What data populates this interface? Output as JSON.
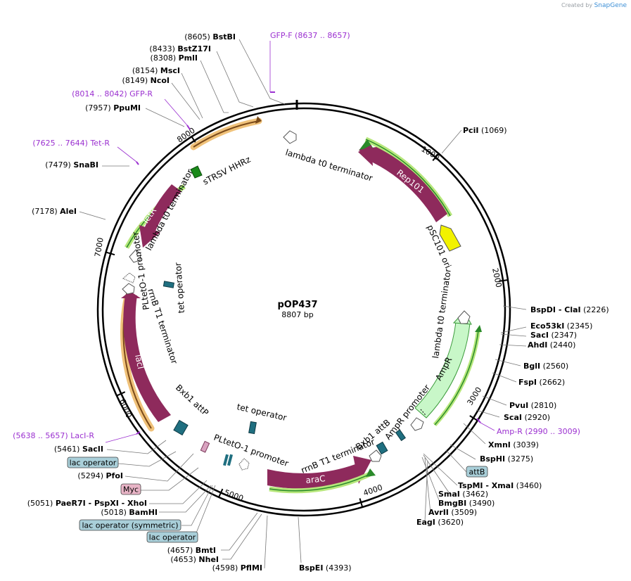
{
  "credit": {
    "prefix": "Created by",
    "brand": "SnapGene"
  },
  "plasmid": {
    "name": "pOP437",
    "length": "8807 bp"
  },
  "ticks": [
    "1000",
    "2000",
    "3000",
    "4000",
    "5000",
    "6000",
    "7000",
    "8000"
  ],
  "enzymes": [
    {
      "pos": "(8605)",
      "name": "BstBI"
    },
    {
      "pos": "(8433)",
      "name": "BstZ17I"
    },
    {
      "pos": "(8308)",
      "name": "PmlI"
    },
    {
      "pos": "(8154)",
      "name": "MscI"
    },
    {
      "pos": "(8149)",
      "name": "NcoI"
    },
    {
      "pos": "(7957)",
      "name": "PpuMI"
    },
    {
      "pos": "(7479)",
      "name": "SnaBI"
    },
    {
      "pos": "(7178)",
      "name": "AleI"
    },
    {
      "pos": "(5461)",
      "name": "SacII"
    },
    {
      "pos": "(5294)",
      "name": "PfoI"
    },
    {
      "pos": "(5051)",
      "name": "PaeR7I  - PspXI  - XhoI"
    },
    {
      "pos": "(5018)",
      "name": "BamHI"
    },
    {
      "pos": "(4657)",
      "name": "BmtI"
    },
    {
      "pos": "(4653)",
      "name": "NheI"
    },
    {
      "pos": "(4598)",
      "name": "PflMI"
    },
    {
      "pos": "(4393)",
      "name": "BspEI"
    },
    {
      "pos": "(1069)",
      "name": "PciI"
    },
    {
      "pos": "(2226)",
      "name": "BspDI  - ClaI"
    },
    {
      "pos": "(2345)",
      "name": "Eco53kI"
    },
    {
      "pos": "(2347)",
      "name": "SacI"
    },
    {
      "pos": "(2440)",
      "name": "AhdI"
    },
    {
      "pos": "(2560)",
      "name": "BglI"
    },
    {
      "pos": "(2662)",
      "name": "FspI"
    },
    {
      "pos": "(2810)",
      "name": "PvuI"
    },
    {
      "pos": "(2920)",
      "name": "ScaI"
    },
    {
      "pos": "(3039)",
      "name": "XmnI"
    },
    {
      "pos": "(3275)",
      "name": "BspHI"
    },
    {
      "pos": "(3460)",
      "name": "TspMI  - XmaI"
    },
    {
      "pos": "(3462)",
      "name": "SmaI"
    },
    {
      "pos": "(3490)",
      "name": "BmgBI"
    },
    {
      "pos": "(3509)",
      "name": "AvrII"
    },
    {
      "pos": "(3620)",
      "name": "EagI"
    }
  ],
  "primers": [
    {
      "name": "GFP-F",
      "range": "(8637 .. 8657)"
    },
    {
      "name": "GFP-R",
      "range": "(8014 .. 8042)"
    },
    {
      "name": "Tet-R",
      "range": "(7625 .. 7644)"
    },
    {
      "name": "LacI-R",
      "range": "(5638 .. 5657)"
    },
    {
      "name": "Amp-R",
      "range": "(2990 .. 3009)"
    }
  ],
  "boxed_features": [
    "lac operator",
    "Myc",
    "lac operator (symmetric)",
    "lac operator",
    "attB"
  ],
  "features": {
    "lambda_t0_top": "lambda t0 terminator",
    "strsv": "sTRSV HHRz",
    "lambda_t0_left": "lambda t0 terminator",
    "tetr": "TetR",
    "rep101": "Rep101",
    "psc101_ori": "pSC101 ori",
    "ploteto1": "PLtetO-1 promoter",
    "tet_operator_1": "tet operator",
    "rrnb_left": "rrnB T1 terminator",
    "laci": "lacI",
    "bxb1_attp": "Bxb1 attP",
    "tet_operator_2": "tet operator",
    "pltet_bottom": "PLtetO-1 promoter",
    "lambda_t0_right": "lambda t0 terminator",
    "ampr": "AmpR",
    "ampr_promoter": "AmpR promoter",
    "bxb1_attb": "Bxb1 attB",
    "rrnb_bottom": "rrnB T1 terminator",
    "arac": "araC"
  },
  "colors": {
    "cds": "#8e2a5c",
    "cds_glow": "#b7e77c",
    "origin": "#f2f200",
    "orange_glow": "#f0c27a",
    "ampr": "#c8f7c8",
    "teal": "#1f6f80",
    "primer": "#9b30d0",
    "box_blue": "#a9cfd9",
    "box_pink": "#e8b4c6",
    "ribozyme": "#1a8a1a"
  }
}
